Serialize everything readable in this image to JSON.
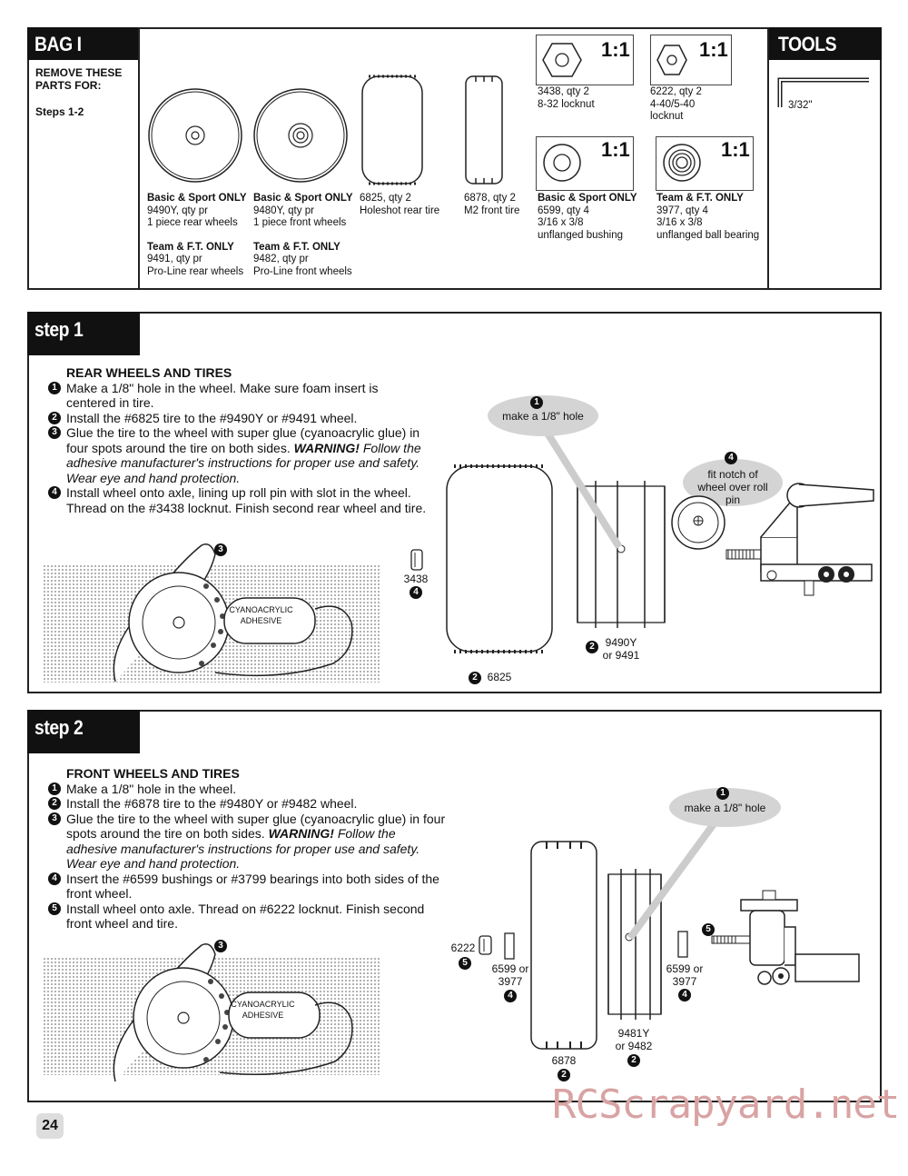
{
  "bag": {
    "title": "BAG I",
    "remove_label": "REMOVE THESE PARTS FOR:",
    "steps_label": "Steps 1-2",
    "tools_title": "TOOLS USED",
    "tool_label": "3/32\"",
    "parts": [
      {
        "head": "Basic & Sport ONLY",
        "l1": "9490Y, qty pr",
        "l2": "1 piece rear wheels",
        "head2": "Team & F.T. ONLY",
        "l3": "9491, qty pr",
        "l4": "Pro-Line rear wheels"
      },
      {
        "head": "Basic & Sport ONLY",
        "l1": "9480Y, qty pr",
        "l2": "1 piece front wheels",
        "head2": "Team & F.T. ONLY",
        "l3": "9482, qty pr",
        "l4": "Pro-Line front wheels"
      },
      {
        "l1": "6825, qty 2",
        "l2": "Holeshot rear tire"
      },
      {
        "l1": "6878, qty 2",
        "l2": "M2 front tire"
      },
      {
        "ratio": "1:1",
        "l1": "3438, qty 2",
        "l2": "8-32 locknut"
      },
      {
        "ratio": "1:1",
        "l1": "6222, qty 2",
        "l2": "4-40/5-40",
        "l3": "locknut"
      },
      {
        "ratio": "1:1",
        "head": "Basic & Sport ONLY",
        "l1": "6599, qty 4",
        "l2": "3/16 x 3/8",
        "l3": "unflanged bushing"
      },
      {
        "ratio": "1:1",
        "head": "Team & F.T. ONLY",
        "l1": "3977, qty 4",
        "l2": "3/16 x 3/8",
        "l3": "unflanged ball bearing"
      }
    ]
  },
  "step1": {
    "tab": "step 1",
    "title": "REAR WHEELS AND TIRES",
    "items": [
      {
        "n": "1",
        "text": "Make a 1/8\" hole in the wheel. Make sure foam insert is centered in tire."
      },
      {
        "n": "2",
        "text": "Install the #6825 tire to the #9490Y or #9491 wheel."
      },
      {
        "n": "3",
        "text": "Glue the tire to the wheel with super glue (cyanoacrylic glue) in four spots around the tire on both sides.",
        "warn": "WARNING!",
        "italic": "Follow the adhesive manufacturer's instructions for proper use and safety. Wear eye and hand protection."
      },
      {
        "n": "4",
        "text": "Install wheel onto axle, lining up roll pin with slot in the wheel. Thread on the #3438 locknut. Finish second rear wheel and tire."
      }
    ],
    "callout_hole": "make a 1/8\" hole",
    "callout_notch": "fit  notch of wheel over roll pin",
    "adhesive": "CYANOACRYLIC ADHESIVE",
    "lbl_3438": "3438",
    "lbl_wheel": "9490Y or 9491",
    "lbl_tire": "6825",
    "n1": "1",
    "n2": "2",
    "n3": "3",
    "n4": "4"
  },
  "step2": {
    "tab": "step 2",
    "title": "FRONT WHEELS AND TIRES",
    "items": [
      {
        "n": "1",
        "text": "Make a 1/8\" hole in the wheel."
      },
      {
        "n": "2",
        "text": "Install the #6878 tire to the #9480Y or #9482 wheel."
      },
      {
        "n": "3",
        "text": "Glue the tire to the wheel with super glue (cyanoacrylic glue) in four spots around the tire on both sides.",
        "warn": "WARNING!",
        "italic": "Follow the adhesive manufacturer's instructions for proper use and safety. Wear eye and hand protection."
      },
      {
        "n": "4",
        "text": "Insert the #6599 bushings or #3799 bearings into both sides of the front wheel."
      },
      {
        "n": "5",
        "text": "Install wheel onto axle. Thread on #6222 locknut. Finish second front wheel and tire."
      }
    ],
    "callout_hole": "make a 1/8\" hole",
    "adhesive": "CYANOACRYLIC ADHESIVE",
    "lbl_6222": "6222",
    "lbl_bush_left": "6599 or 3977",
    "lbl_bush_right": "6599 or 3977",
    "lbl_tire": "6878",
    "lbl_wheel": "9481Y or 9482",
    "n1": "1",
    "n2": "2",
    "n3": "3",
    "n4": "4",
    "n5": "5"
  },
  "page_number": "24",
  "watermark": "RCScrapyard.net"
}
